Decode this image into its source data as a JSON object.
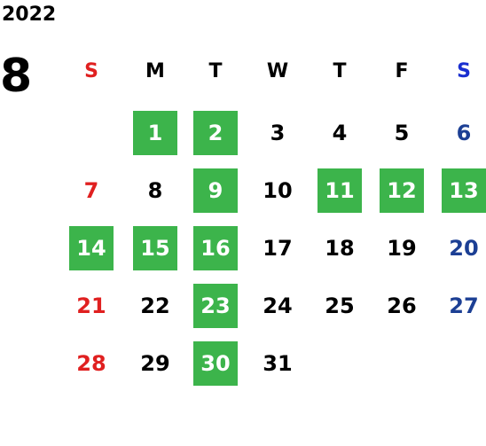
{
  "year": "2022",
  "month": "8",
  "weekdays": [
    "S",
    "M",
    "T",
    "W",
    "T",
    "F",
    "S"
  ],
  "weeks": [
    [
      null,
      "1",
      "2",
      "3",
      "4",
      "5",
      "6"
    ],
    [
      "7",
      "8",
      "9",
      "10",
      "11",
      "12",
      "13"
    ],
    [
      "14",
      "15",
      "16",
      "17",
      "18",
      "19",
      "20"
    ],
    [
      "21",
      "22",
      "23",
      "24",
      "25",
      "26",
      "27"
    ],
    [
      "28",
      "29",
      "30",
      "31",
      null,
      null,
      null
    ]
  ],
  "highlighted_days": [
    "1",
    "2",
    "9",
    "11",
    "12",
    "13",
    "14",
    "15",
    "16",
    "23",
    "30"
  ],
  "colors": {
    "highlight": "#3cb44b",
    "sunday": "#e02020",
    "saturday": "#1c3f94",
    "saturday_header": "#1a2fd0",
    "text": "#000000"
  }
}
